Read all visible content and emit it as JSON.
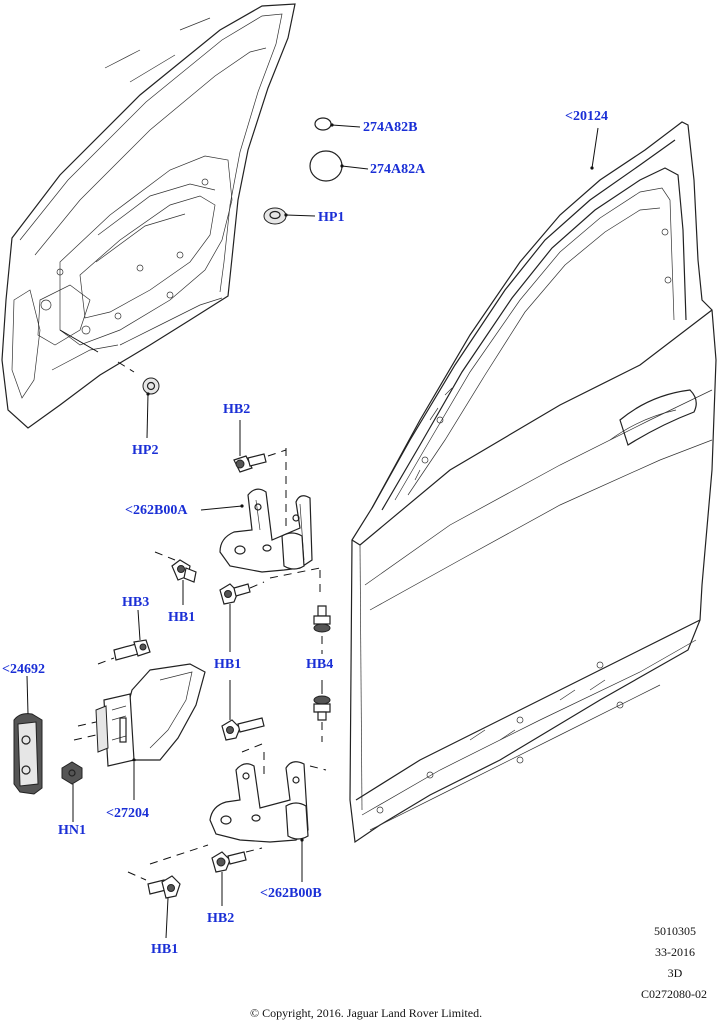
{
  "callouts": {
    "c274a82b": "274A82B",
    "c274a82a": "274A82A",
    "hp1": "HP1",
    "hp2": "HP2",
    "c20124": "<20124",
    "hb2_top": "HB2",
    "c262b00a": "<262B00A",
    "hb3": "HB3",
    "hb1_a": "HB1",
    "hb1_b": "HB1",
    "hb4": "HB4",
    "c24692": "<24692",
    "c27204": "<27204",
    "hn1": "HN1",
    "c262b00b": "<262B00B",
    "hb2_bottom": "HB2",
    "hb1_bottom": "HB1"
  },
  "footer": {
    "ref_number": "5010305",
    "ref_date": "33-2016",
    "view": "3D",
    "drawing_code": "C0272080-02",
    "copyright": "© Copyright, 2016. Jaguar Land Rover Limited."
  }
}
